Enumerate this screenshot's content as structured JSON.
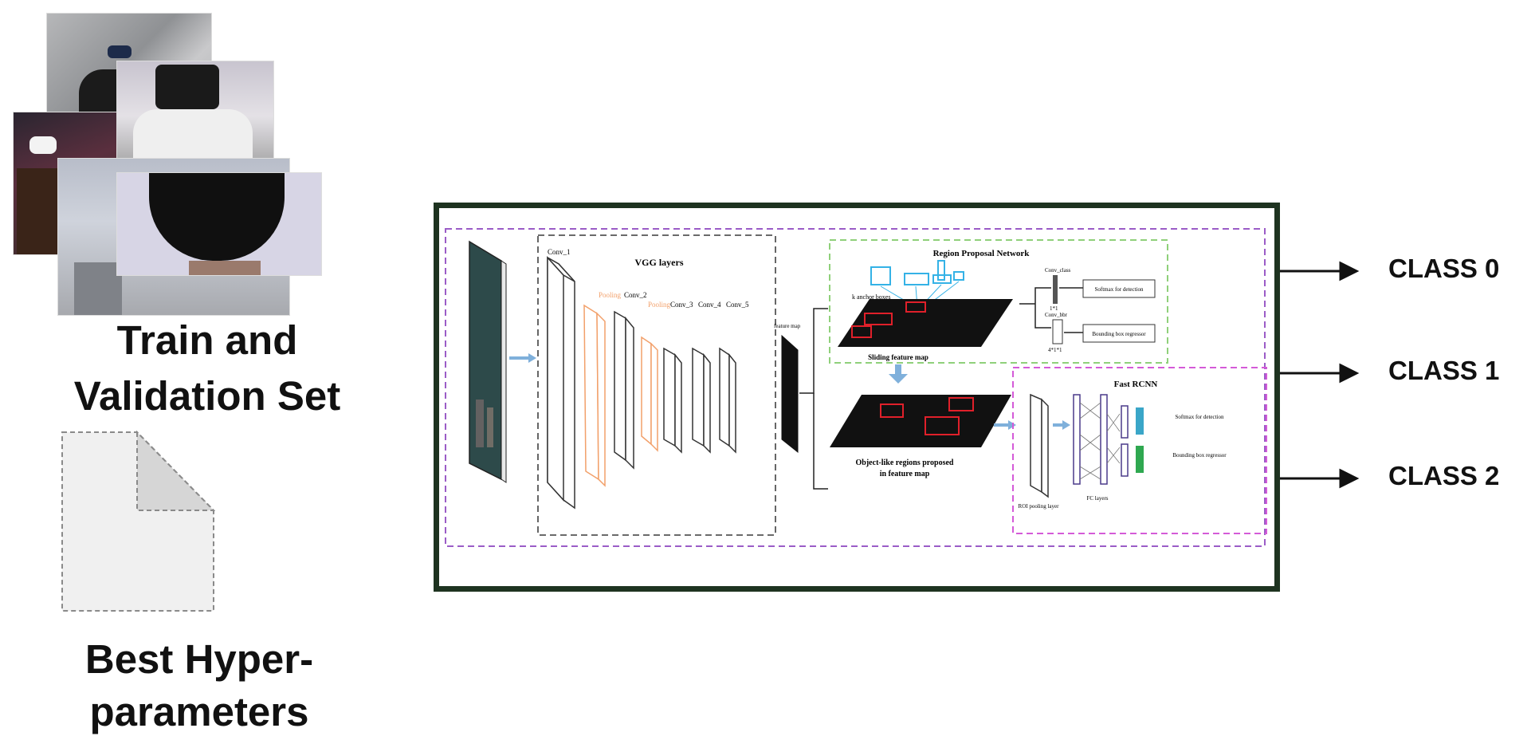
{
  "left_panel": {
    "dataset_title_line1": "Train and",
    "dataset_title_line2": "Validation Set",
    "params_title_line1": "Best Hyper-",
    "params_title_line2": "parameters"
  },
  "diagram": {
    "vgg_title": "VGG layers",
    "conv1": "Conv_1",
    "pooling1": "Pooling",
    "conv2": "Conv_2",
    "pooling2": "Pooling",
    "conv3": "Conv_3",
    "conv4": "Conv_4",
    "conv5": "Conv_5",
    "rpn_title": "Region Proposal  Network",
    "anchor_boxes": "k anchor boxes",
    "conv_class": "Conv_class",
    "conv_class_size": "1*1",
    "conv_bbr": "Conv_bbr",
    "conv_bbr_size": "4*1*1",
    "softmax_detection": "Softmax for detection",
    "bbox_regressor": "Bounding box regressor",
    "sliding_feature_map": "Sliding feature map",
    "object_regions_line1": "Object-like regions proposed",
    "object_regions_line2": "in feature map",
    "fast_rcnn_title": "Fast RCNN",
    "roi_pooling": "ROI pooling layer",
    "fc_layers": "FC layers",
    "softmax_detection_2": "Softmax for detection",
    "bbox_regressor_2": "Bounding box regressor",
    "feature_maps": "feature map"
  },
  "outputs": {
    "class0": "CLASS 0",
    "class1": "CLASS 1",
    "class2": "CLASS 2"
  },
  "colors": {
    "frame_border": "#1e3320",
    "outer_dashed": "#9b5cc7",
    "rpn_dashed": "#8fd07a",
    "fast_rcnn_dashed": "#d45ad8",
    "pooling_orange": "#f2a06a",
    "arrow_blue": "#7fb0db",
    "anchor_cyan": "#34b2e6",
    "proposal_red": "#e0202a"
  }
}
